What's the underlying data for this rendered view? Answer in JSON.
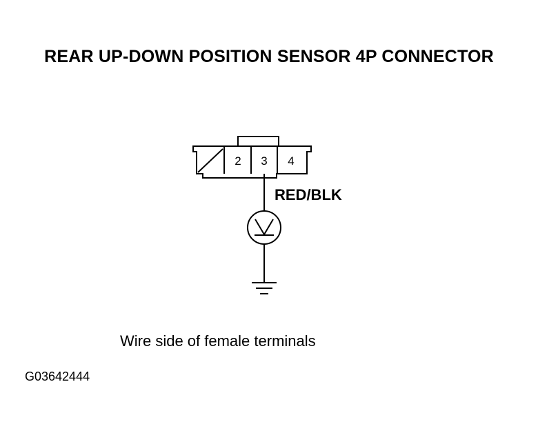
{
  "title": "REAR UP-DOWN POSITION SENSOR 4P CONNECTOR",
  "connector": {
    "pins": [
      "2",
      "3",
      "4"
    ]
  },
  "wire_label": "RED/BLK",
  "caption": "Wire side of female terminals",
  "figure_code": "G03642444",
  "icons": [
    "voltmeter-icon",
    "ground-icon"
  ]
}
